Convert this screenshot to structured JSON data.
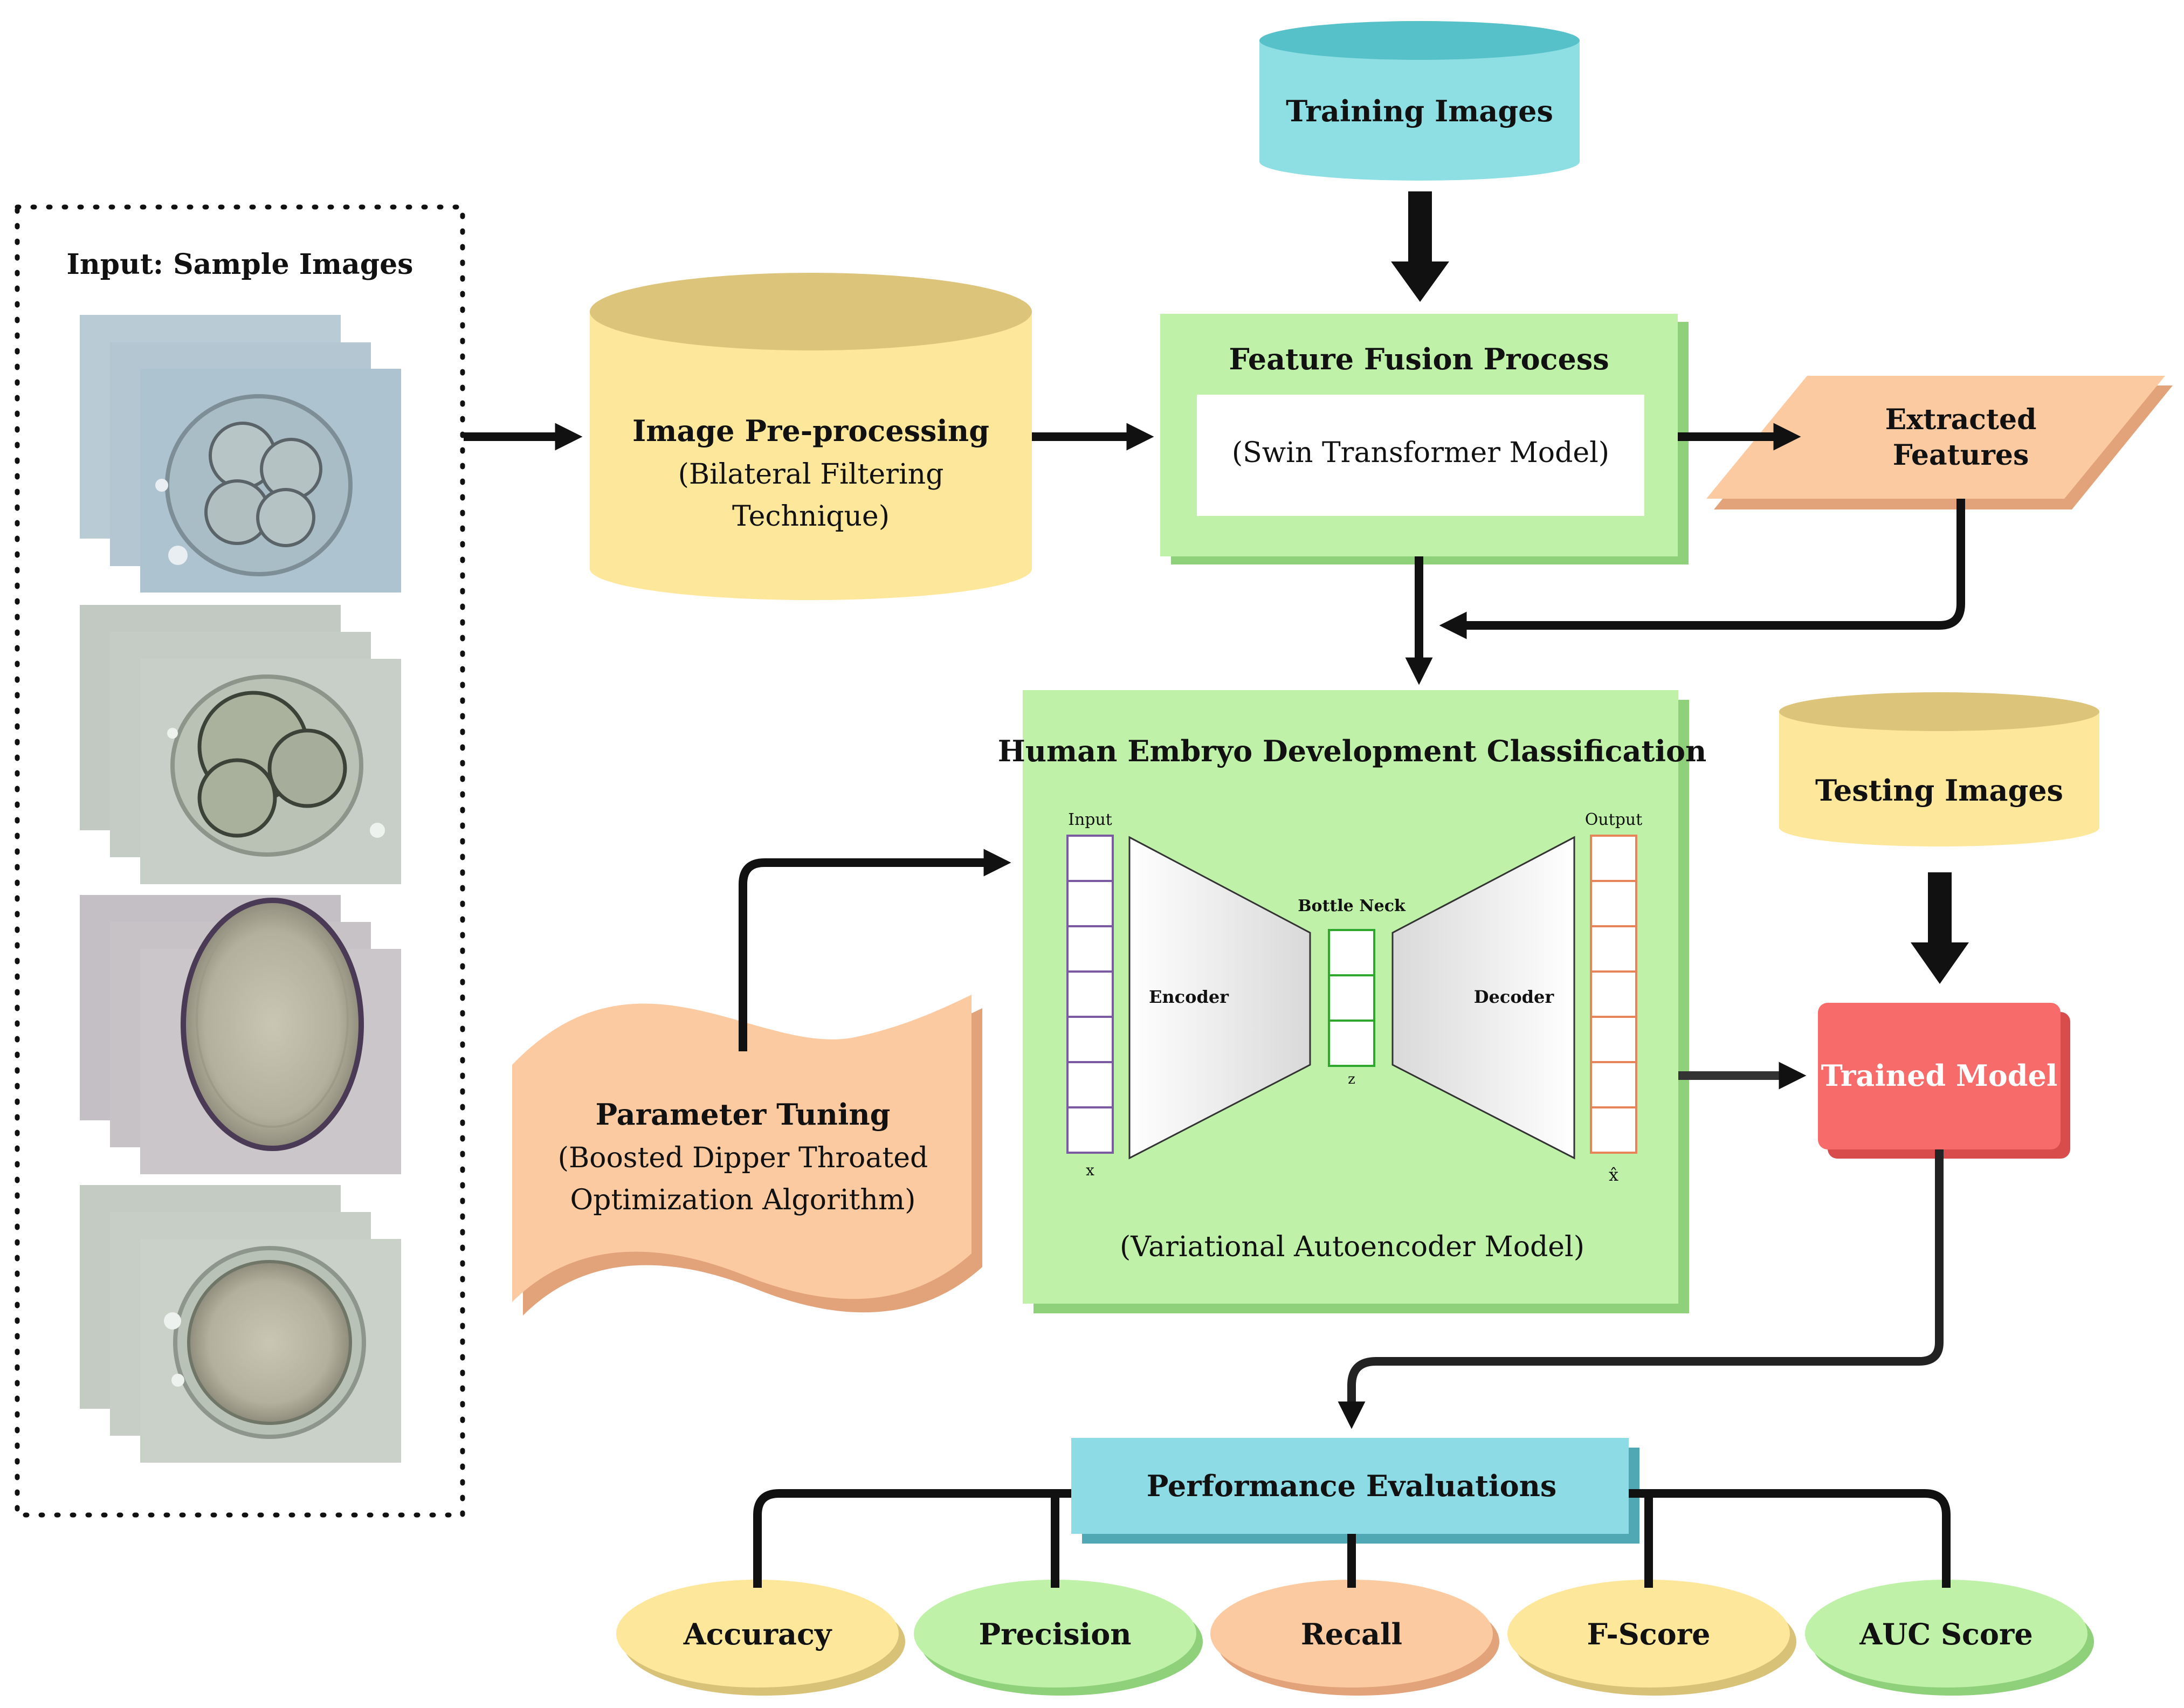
{
  "input_panel": {
    "title": "Input: Sample Images",
    "images": [
      {
        "stage": "cleavage"
      },
      {
        "stage": "morula"
      },
      {
        "stage": "blastocyst"
      },
      {
        "stage": "zygote"
      }
    ]
  },
  "training_images": {
    "label": "Training Images"
  },
  "preprocessing": {
    "title": "Image Pre-processing",
    "line1": "(Bilateral Filtering",
    "line2": "Technique)"
  },
  "feature_fusion": {
    "title": "Feature Fusion Process",
    "subtitle": "(Swin Transformer Model)"
  },
  "extracted_features": {
    "line1": "Extracted",
    "line2": "Features"
  },
  "classification": {
    "title": "Human Embryo Development Classification",
    "model": "(Variational Autoencoder Model)",
    "vae": {
      "input_label": "Input",
      "output_label": "Output",
      "bottleneck_label": "Bottle Neck",
      "encoder_label": "Encoder",
      "decoder_label": "Decoder",
      "x_label": "x",
      "z_label": "z",
      "xhat_label": "x̂",
      "input_cells": 7,
      "output_cells": 7,
      "bottleneck_cells": 3
    }
  },
  "parameter_tuning": {
    "title": "Parameter Tuning",
    "line1": "(Boosted Dipper Throated",
    "line2": "Optimization Algorithm)"
  },
  "testing_images": {
    "label": "Testing Images"
  },
  "trained_model": {
    "label": "Trained Model"
  },
  "performance": {
    "title": "Performance Evaluations",
    "metrics": [
      "Accuracy",
      "Precision",
      "Recall",
      "F-Score",
      "AUC Score"
    ]
  },
  "colors": {
    "cyan": "#8ddfe4",
    "yellow": "#fde79a",
    "yellow_top": "#dcc47a",
    "green": "#bff2a8",
    "green_shadow": "#8fd07a",
    "peach": "#fccaa0",
    "peach_shadow": "#e2a27a",
    "red": "#f76b6b",
    "perf_blue": "#8ddbe5",
    "input_cell": "#7a5aa0",
    "bottleneck_cell": "#2da82d",
    "output_cell": "#e8845a"
  }
}
